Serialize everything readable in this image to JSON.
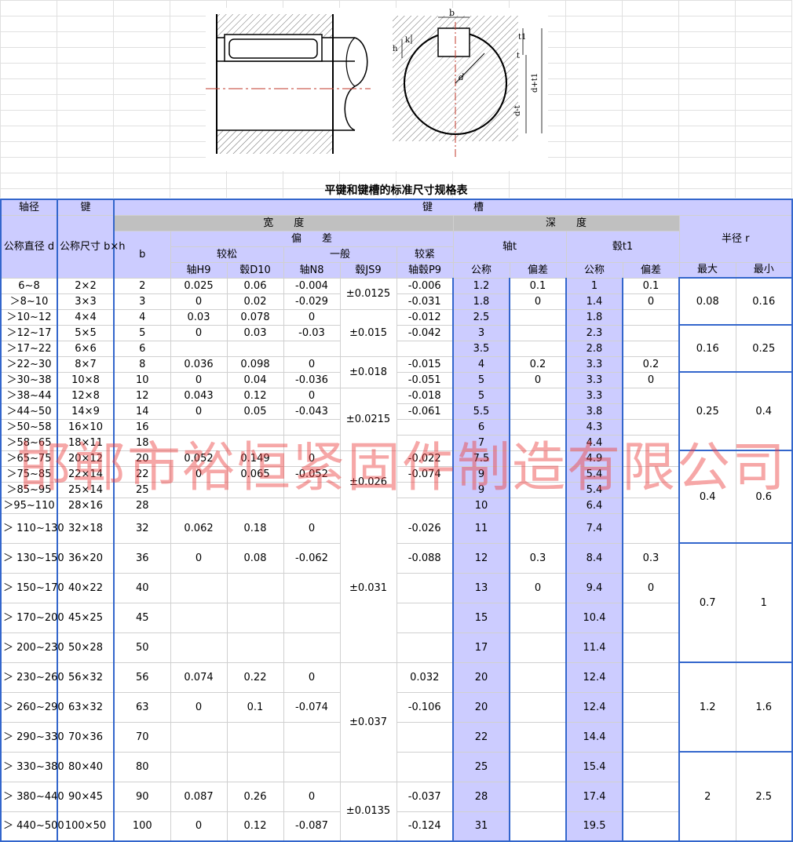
{
  "title": "平键和键槽的标准尺寸规格表",
  "drawing": {
    "labels": {
      "b": "b",
      "h": "h",
      "k": "k",
      "t": "t",
      "t1": "t1",
      "d": "d",
      "d_minus_t": "d-t",
      "d_plus_t1": "d+t1"
    }
  },
  "headers": {
    "shaft": "轴径",
    "key": "键",
    "keyway": "键　　　　槽",
    "width": "宽　　度",
    "depth": "深　　度",
    "radius": "半径 r",
    "nominal_d": "公称直径 d",
    "nominal_bh": "公称尺寸 b×h",
    "b": "b",
    "deviation": "偏　　差",
    "shaft_t": "轴t",
    "hub_t1": "毂t1",
    "loose": "较松",
    "normal": "一般",
    "tight": "较紧",
    "shaft_h9": "轴H9",
    "hub_d10": "毂D10",
    "shaft_n8": "轴N8",
    "hub_js9": "毂JS9",
    "shaft_hub_p9": "轴毂P9",
    "t_nominal": "公称",
    "t_deviation": "偏差",
    "t1_nominal": "公称",
    "t1_deviation": "偏差",
    "r_max": "最大",
    "r_min": "最小"
  },
  "rows": [
    {
      "d": "6~8",
      "bh": "2×2",
      "b": "2",
      "h9": "0.025",
      "d10": "0.06",
      "n8": "-0.004",
      "p9": "-0.006",
      "t": "1.2",
      "td": "0.1",
      "t1": "1",
      "t1d": "0.1"
    },
    {
      "d": "＞8~10",
      "bh": "3×3",
      "b": "3",
      "h9": "0",
      "d10": "0.02",
      "n8": "-0.029",
      "p9": "-0.031",
      "t": "1.8",
      "td": "0",
      "t1": "1.4",
      "t1d": "0"
    },
    {
      "d": "＞10~12",
      "bh": "4×4",
      "b": "4",
      "h9": "0.03",
      "d10": "0.078",
      "n8": "0",
      "p9": "-0.012",
      "t": "2.5",
      "td": "",
      "t1": "1.8",
      "t1d": ""
    },
    {
      "d": "＞12~17",
      "bh": "5×5",
      "b": "5",
      "h9": "0",
      "d10": "0.03",
      "n8": "-0.03",
      "p9": "-0.042",
      "t": "3",
      "td": "",
      "t1": "2.3",
      "t1d": ""
    },
    {
      "d": "＞17~22",
      "bh": "6×6",
      "b": "6",
      "h9": "",
      "d10": "",
      "n8": "",
      "p9": "",
      "t": "3.5",
      "td": "",
      "t1": "2.8",
      "t1d": ""
    },
    {
      "d": "＞22~30",
      "bh": "8×7",
      "b": "8",
      "h9": "0.036",
      "d10": "0.098",
      "n8": "0",
      "p9": "-0.015",
      "t": "4",
      "td": "0.2",
      "t1": "3.3",
      "t1d": "0.2"
    },
    {
      "d": "＞30~38",
      "bh": "10×8",
      "b": "10",
      "h9": "0",
      "d10": "0.04",
      "n8": "-0.036",
      "p9": "-0.051",
      "t": "5",
      "td": "0",
      "t1": "3.3",
      "t1d": "0"
    },
    {
      "d": "＞38~44",
      "bh": "12×8",
      "b": "12",
      "h9": "0.043",
      "d10": "0.12",
      "n8": "0",
      "p9": "-0.018",
      "t": "5",
      "td": "",
      "t1": "3.3",
      "t1d": ""
    },
    {
      "d": "＞44~50",
      "bh": "14×9",
      "b": "14",
      "h9": "0",
      "d10": "0.05",
      "n8": "-0.043",
      "p9": "-0.061",
      "t": "5.5",
      "td": "",
      "t1": "3.8",
      "t1d": ""
    },
    {
      "d": "＞50~58",
      "bh": "16×10",
      "b": "16",
      "h9": "",
      "d10": "",
      "n8": "",
      "p9": "",
      "t": "6",
      "td": "",
      "t1": "4.3",
      "t1d": ""
    },
    {
      "d": "＞58~65",
      "bh": "18×11",
      "b": "18",
      "h9": "",
      "d10": "",
      "n8": "",
      "p9": "",
      "t": "7",
      "td": "",
      "t1": "4.4",
      "t1d": ""
    },
    {
      "d": "＞65~75",
      "bh": "20×12",
      "b": "20",
      "h9": "0.052",
      "d10": "0.149",
      "n8": "0",
      "p9": "-0.022",
      "t": "7.5",
      "td": "",
      "t1": "4.9",
      "t1d": ""
    },
    {
      "d": "＞75~85",
      "bh": "22×14",
      "b": "22",
      "h9": "0",
      "d10": "0.065",
      "n8": "-0.052",
      "p9": "-0.074",
      "t": "9",
      "td": "",
      "t1": "5.4",
      "t1d": ""
    },
    {
      "d": "＞85~95",
      "bh": "25×14",
      "b": "25",
      "h9": "",
      "d10": "",
      "n8": "",
      "p9": "",
      "t": "9",
      "td": "",
      "t1": "5.4",
      "t1d": ""
    },
    {
      "d": "＞95~110",
      "bh": "28×16",
      "b": "28",
      "h9": "",
      "d10": "",
      "n8": "",
      "p9": "",
      "t": "10",
      "td": "",
      "t1": "6.4",
      "t1d": ""
    },
    {
      "d": "＞ 110~130",
      "bh": "32×18",
      "b": "32",
      "h9": "0.062",
      "d10": "0.18",
      "n8": "0",
      "p9": "-0.026",
      "t": "11",
      "td": "",
      "t1": "7.4",
      "t1d": ""
    },
    {
      "d": "＞ 130~150",
      "bh": "36×20",
      "b": "36",
      "h9": "0",
      "d10": "0.08",
      "n8": "-0.062",
      "p9": "-0.088",
      "t": "12",
      "td": "0.3",
      "t1": "8.4",
      "t1d": "0.3"
    },
    {
      "d": "＞ 150~170",
      "bh": "40×22",
      "b": "40",
      "h9": "",
      "d10": "",
      "n8": "",
      "p9": "",
      "t": "13",
      "td": "0",
      "t1": "9.4",
      "t1d": "0"
    },
    {
      "d": "＞ 170~200",
      "bh": "45×25",
      "b": "45",
      "h9": "",
      "d10": "",
      "n8": "",
      "p9": "",
      "t": "15",
      "td": "",
      "t1": "10.4",
      "t1d": ""
    },
    {
      "d": "＞ 200~230",
      "bh": "50×28",
      "b": "50",
      "h9": "",
      "d10": "",
      "n8": "",
      "p9": "",
      "t": "17",
      "td": "",
      "t1": "11.4",
      "t1d": ""
    },
    {
      "d": "＞ 230~260",
      "bh": "56×32",
      "b": "56",
      "h9": "0.074",
      "d10": "0.22",
      "n8": "0",
      "p9": "0.032",
      "t": "20",
      "td": "",
      "t1": "12.4",
      "t1d": ""
    },
    {
      "d": "＞ 260~290",
      "bh": "63×32",
      "b": "63",
      "h9": "0",
      "d10": "0.1",
      "n8": "-0.074",
      "p9": "-0.106",
      "t": "20",
      "td": "",
      "t1": "12.4",
      "t1d": ""
    },
    {
      "d": "＞ 290~330",
      "bh": "70×36",
      "b": "70",
      "h9": "",
      "d10": "",
      "n8": "",
      "p9": "",
      "t": "22",
      "td": "",
      "t1": "14.4",
      "t1d": ""
    },
    {
      "d": "＞ 330~380",
      "bh": "80×40",
      "b": "80",
      "h9": "",
      "d10": "",
      "n8": "",
      "p9": "",
      "t": "25",
      "td": "",
      "t1": "15.4",
      "t1d": ""
    },
    {
      "d": "＞ 380~440",
      "bh": "90×45",
      "b": "90",
      "h9": "0.087",
      "d10": "0.26",
      "n8": "0",
      "p9": "-0.037",
      "t": "28",
      "td": "",
      "t1": "17.4",
      "t1d": ""
    },
    {
      "d": "＞ 440~500",
      "bh": "100×50",
      "b": "100",
      "h9": "0",
      "d10": "0.12",
      "n8": "-0.087",
      "p9": "-0.124",
      "t": "31",
      "td": "",
      "t1": "19.5",
      "t1d": ""
    }
  ],
  "js9": [
    "±0.0125",
    "±0.015",
    "±0.018",
    "±0.0215",
    "±0.026",
    "±0.031",
    "±0.037",
    "±0.0135"
  ],
  "radius": [
    {
      "max": "0.08",
      "min": "0.16"
    },
    {
      "max": "0.16",
      "min": "0.25"
    },
    {
      "max": "0.25",
      "min": "0.4"
    },
    {
      "max": "0.4",
      "min": "0.6"
    },
    {
      "max": "0.7",
      "min": "1"
    },
    {
      "max": "1.2",
      "min": "1.6"
    },
    {
      "max": "2",
      "min": "2.5"
    }
  ],
  "watermark": "邯郸市裕恒紧固件制造有限公司",
  "colors": {
    "header_fill": "#ccccff",
    "gray_fill": "#c0c0c0",
    "border_accent": "#3366cc",
    "watermark": "#eb3c3c"
  }
}
